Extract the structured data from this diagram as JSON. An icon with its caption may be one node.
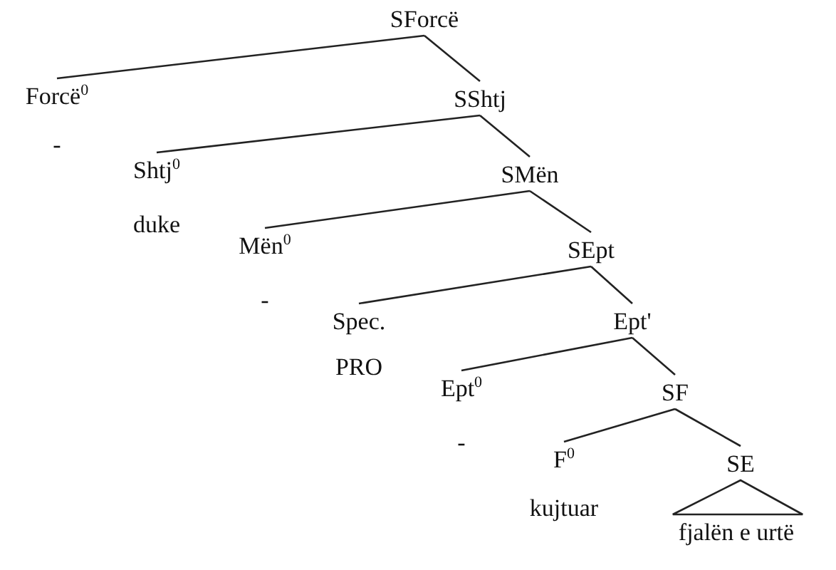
{
  "diagram": {
    "nodes": [
      {
        "text": [
          "SForcë"
        ]
      },
      {
        "text": [
          "Forcë$^{0}$"
        ],
        "beside": [
          "-"
        ]
      },
      {
        "text": [
          "SShtj"
        ]
      },
      {
        "text": [
          "Shtj$^{0}$"
        ],
        "beside": [
          "duke"
        ]
      },
      {
        "text": [
          "SMën"
        ]
      },
      {
        "text": [
          "Mën$^{0}$"
        ],
        "beside": [
          "-"
        ]
      },
      {
        "text": [
          "SEpt"
        ]
      },
      {
        "text": [
          "Spec."
        ],
        "beside": [
          "PRO"
        ]
      },
      {
        "text": [
          "Ept'"
        ]
      },
      {
        "text": [
          "Ept$^{0}$"
        ],
        "beside": [
          "-"
        ]
      },
      {
        "text": [
          "SF"
        ]
      },
      {
        "text": [
          "F$^{0}$"
        ],
        "beside": [
          "kujtuar"
        ]
      },
      {
        "text": [
          "SE"
        ]
      },
      {
        "text": [
          "fjalën e urtë"
        ]
      }
    ],
    "edges": [
      {
        "from": 0,
        "to": 1,
        "arrow": "none"
      },
      {
        "from": 0,
        "to": 2,
        "arrow": "none"
      },
      {
        "from": 2,
        "to": 3,
        "arrow": "none"
      },
      {
        "from": 2,
        "to": 4,
        "arrow": "none"
      },
      {
        "from": 4,
        "to": 5,
        "arrow": "none"
      },
      {
        "from": 4,
        "to": 6,
        "arrow": "none"
      },
      {
        "from": 6,
        "to": 7,
        "arrow": "none"
      },
      {
        "from": 6,
        "to": 8,
        "arrow": "none"
      },
      {
        "from": 8,
        "to": 9,
        "arrow": "none"
      },
      {
        "from": 8,
        "to": 10,
        "arrow": "none"
      },
      {
        "from": 10,
        "to": 11,
        "arrow": "none"
      },
      {
        "from": 10,
        "to": 12,
        "arrow": "none"
      },
      {
        "from": 12,
        "to": 13,
        "arrow": "none"
      }
    ]
  }
}
